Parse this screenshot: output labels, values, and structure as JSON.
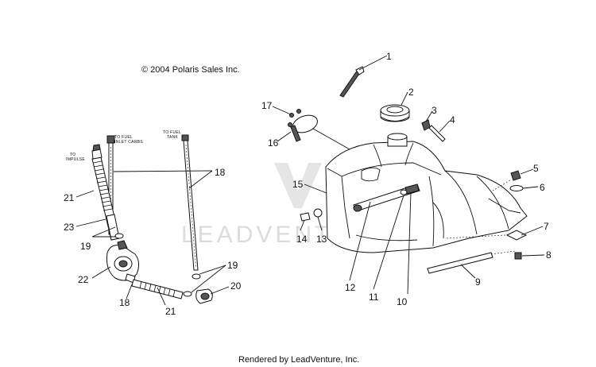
{
  "copyright": "© 2004 Polaris Sales Inc.",
  "footer": "Rendered by LeadVenture, Inc.",
  "watermark": "LEADVENTURE",
  "annotations": {
    "to_impulse": [
      "TO",
      "IMPULSE"
    ],
    "to_fuel_inlet_carbs": [
      "TO FUEL",
      "INLET CARBS"
    ],
    "to_fuel_tank": [
      "TO FUEL",
      "TANK"
    ]
  },
  "callouts": {
    "c1": "1",
    "c2": "2",
    "c3": "3",
    "c4": "4",
    "c5": "5",
    "c6": "6",
    "c7": "7",
    "c8": "8",
    "c9": "9",
    "c10": "10",
    "c11": "11",
    "c12": "12",
    "c13": "13",
    "c14": "14",
    "c15": "15",
    "c16": "16",
    "c17": "17",
    "c18a": "18",
    "c18b": "18",
    "c19a": "19",
    "c19b": "19",
    "c20": "20",
    "c21a": "21",
    "c21b": "21",
    "c22": "22",
    "c23": "23"
  }
}
